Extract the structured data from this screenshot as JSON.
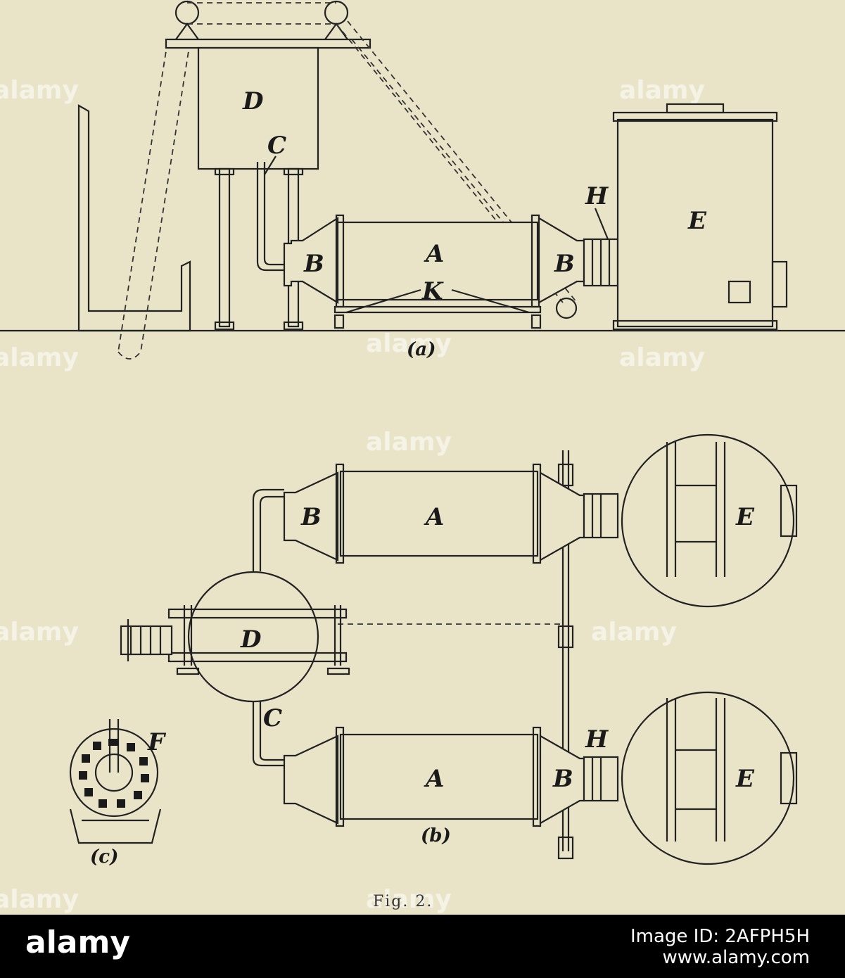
{
  "labels": {
    "A": "A",
    "B": "B",
    "C": "C",
    "D": "D",
    "E": "E",
    "F": "F",
    "H": "H",
    "K": "K"
  },
  "subfigures": {
    "a": "(a)",
    "b": "(b)",
    "c": "(c)"
  },
  "caption": "Fig. 2.",
  "watermark": "alamy",
  "footer": {
    "brand": "alamy",
    "image_id": "Image ID: 2AFPH5H",
    "site": "www.alamy.com"
  },
  "colors": {
    "paper": "#e9e4c8",
    "ink": "#222222",
    "footer": "#000000"
  }
}
